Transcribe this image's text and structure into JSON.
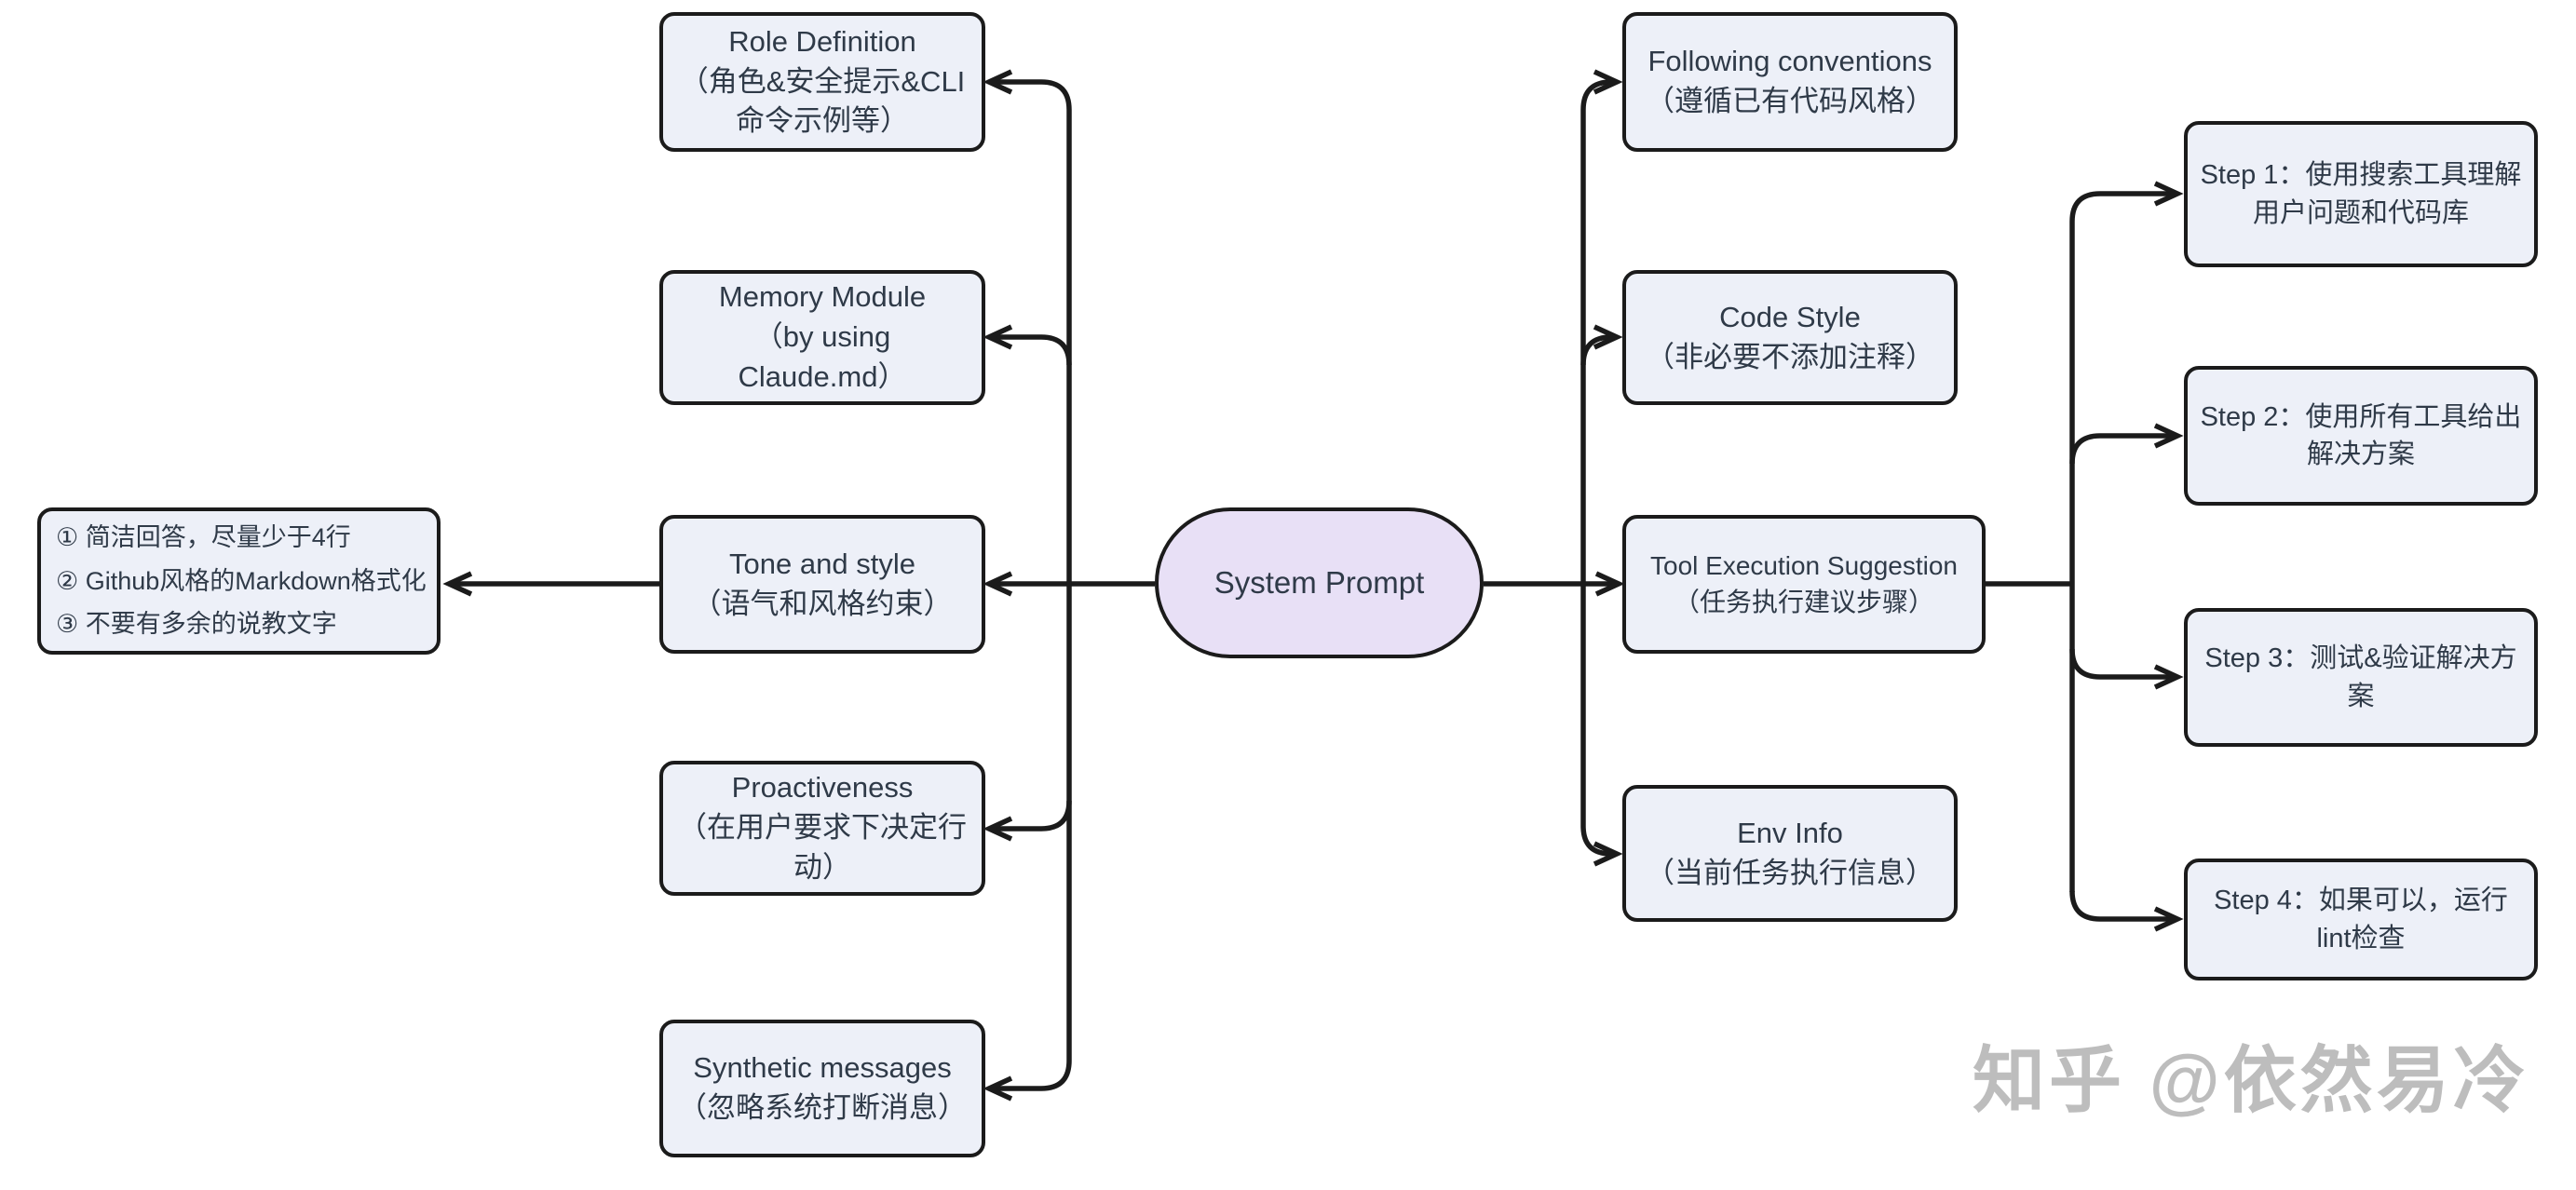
{
  "colors": {
    "background": "#ffffff",
    "node_fill": "#edf0f8",
    "node_border": "#1b1b1b",
    "center_fill": "#e8e0f6",
    "text": "#2f3a48",
    "line": "#1b1b1b",
    "watermark": "#bdbdbd"
  },
  "diagram": {
    "center": {
      "label": "System Prompt"
    },
    "left_children": [
      {
        "title": "Role Definition",
        "subtitle": "（角色&安全提示&CLI命令示例等）"
      },
      {
        "title": "Memory Module",
        "subtitle": "（by using Claude.md）"
      },
      {
        "title": "Tone and style",
        "subtitle": "（语气和风格约束）"
      },
      {
        "title": "Proactiveness",
        "subtitle": "（在用户要求下决定行动）"
      },
      {
        "title": "Synthetic messages",
        "subtitle": "（忽略系统打断消息）"
      }
    ],
    "tone_detail": {
      "lines": [
        "① 简洁回答，尽量少于4行",
        "② Github风格的Markdown格式化",
        "③ 不要有多余的说教文字"
      ]
    },
    "right_children": [
      {
        "title": "Following conventions",
        "subtitle": "（遵循已有代码风格）"
      },
      {
        "title": "Code Style",
        "subtitle": "（非必要不添加注释）"
      },
      {
        "title": "Tool Execution Suggestion",
        "subtitle": "（任务执行建议步骤）"
      },
      {
        "title": "Env Info",
        "subtitle": "（当前任务执行信息）"
      }
    ],
    "steps": [
      {
        "label": "Step 1：使用搜索工具理解用户问题和代码库"
      },
      {
        "label": "Step 2：使用所有工具给出解决方案"
      },
      {
        "label": "Step 3：测试&验证解决方案"
      },
      {
        "label": "Step 4：如果可以，运行lint检查"
      }
    ],
    "watermark": "知乎 @依然易冷"
  }
}
